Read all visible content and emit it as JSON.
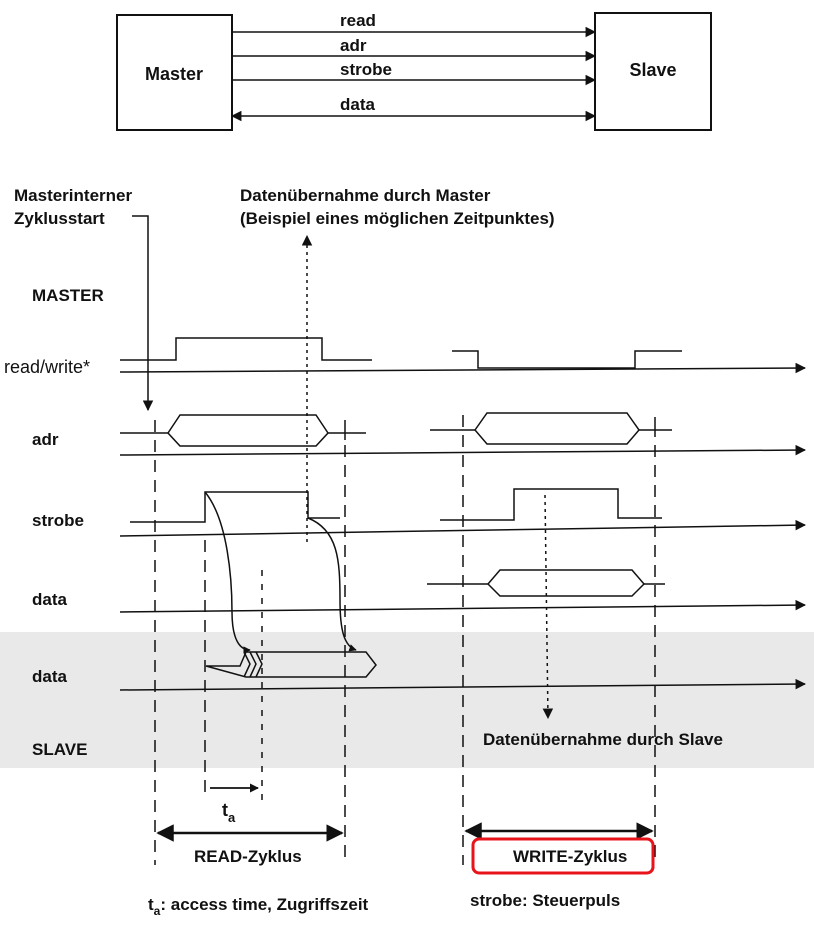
{
  "block_diagram": {
    "master": "Master",
    "slave": "Slave",
    "signals": [
      "read",
      "adr",
      "strobe",
      "data"
    ]
  },
  "annotations": {
    "cycle_start": [
      "Masterinterner",
      "Zyklusstart"
    ],
    "data_take_master": [
      "Datenübernahme durch Master",
      "(Beispiel eines möglichen Zeitpunktes)"
    ],
    "data_take_slave": "Datenübernahme durch Slave"
  },
  "sections": {
    "master": "MASTER",
    "slave": "SLAVE"
  },
  "signal_labels": {
    "read_write": "read/write*",
    "adr": "adr",
    "strobe": "strobe",
    "data_master": "data",
    "data_slave": "data"
  },
  "timing": {
    "ta_main": "t",
    "ta_sub": "a",
    "read_cycle": "READ-Zyklus",
    "write_cycle": "WRITE-Zyklus"
  },
  "legend": {
    "ta_main": "t",
    "ta_sub": "a",
    "ta_text": ": access time, Zugriffszeit",
    "strobe_text": "strobe: Steuerpuls"
  },
  "colors": {
    "highlight": "#e8141c",
    "shade": "#e9e9e9",
    "ink": "#111111"
  }
}
